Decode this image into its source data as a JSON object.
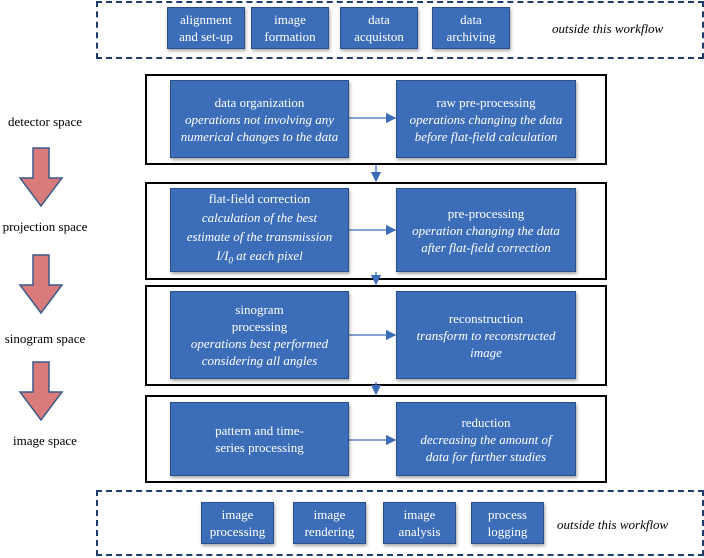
{
  "top_outside": {
    "items": [
      {
        "line1": "alignment",
        "line2": "and set-up"
      },
      {
        "line1": "image",
        "line2": "formation"
      },
      {
        "line1": "data",
        "line2": "acquiston"
      },
      {
        "line1": "data",
        "line2": "archiving"
      }
    ],
    "note": "outside this workflow"
  },
  "spaces": [
    "detector space",
    "projection space",
    "sinogram space",
    "image space"
  ],
  "stages": [
    {
      "left": {
        "title": [
          "data organization"
        ],
        "desc": [
          "operations not involving any",
          "numerical changes to the data"
        ]
      },
      "right": {
        "title": [
          "raw pre-processing"
        ],
        "desc": [
          "operations changing the data",
          "before flat-field calculation"
        ]
      }
    },
    {
      "left": {
        "title": [
          "flat-field correction"
        ],
        "desc": [
          "calculation of the best",
          "estimate of the transmission"
        ],
        "formula": {
          "main": "I/I",
          "sub": "0",
          "rest": " at each pixel"
        }
      },
      "right": {
        "title": [
          "pre-processing"
        ],
        "desc": [
          "operation changing the data",
          "after flat-field correction"
        ]
      }
    },
    {
      "left": {
        "title": [
          "sinogram",
          "processing"
        ],
        "desc": [
          "operations best performed",
          "considering all angles"
        ]
      },
      "right": {
        "title": [
          "reconstruction"
        ],
        "desc": [
          "transform to reconstructed",
          "image"
        ]
      }
    },
    {
      "left": {
        "title": [
          "pattern and time-",
          "series processing"
        ],
        "desc": []
      },
      "right": {
        "title": [
          "reduction"
        ],
        "desc": [
          "decreasing the amount of",
          "data for further studies"
        ]
      }
    }
  ],
  "bottom_outside": {
    "items": [
      {
        "line1": "image",
        "line2": "processing"
      },
      {
        "line1": "image",
        "line2": "rendering"
      },
      {
        "line1": "image",
        "line2": "analysis"
      },
      {
        "line1": "process",
        "line2": "logging"
      }
    ],
    "note": "outside this workflow"
  },
  "colors": {
    "box_fill": "#3c6db8",
    "box_border": "#2a4f8a",
    "arrow_fill": "#d97b7b",
    "arrow_stroke": "#3c5a8a",
    "dashed_border": "#1f3c6e",
    "connector": "#3c6db8"
  }
}
